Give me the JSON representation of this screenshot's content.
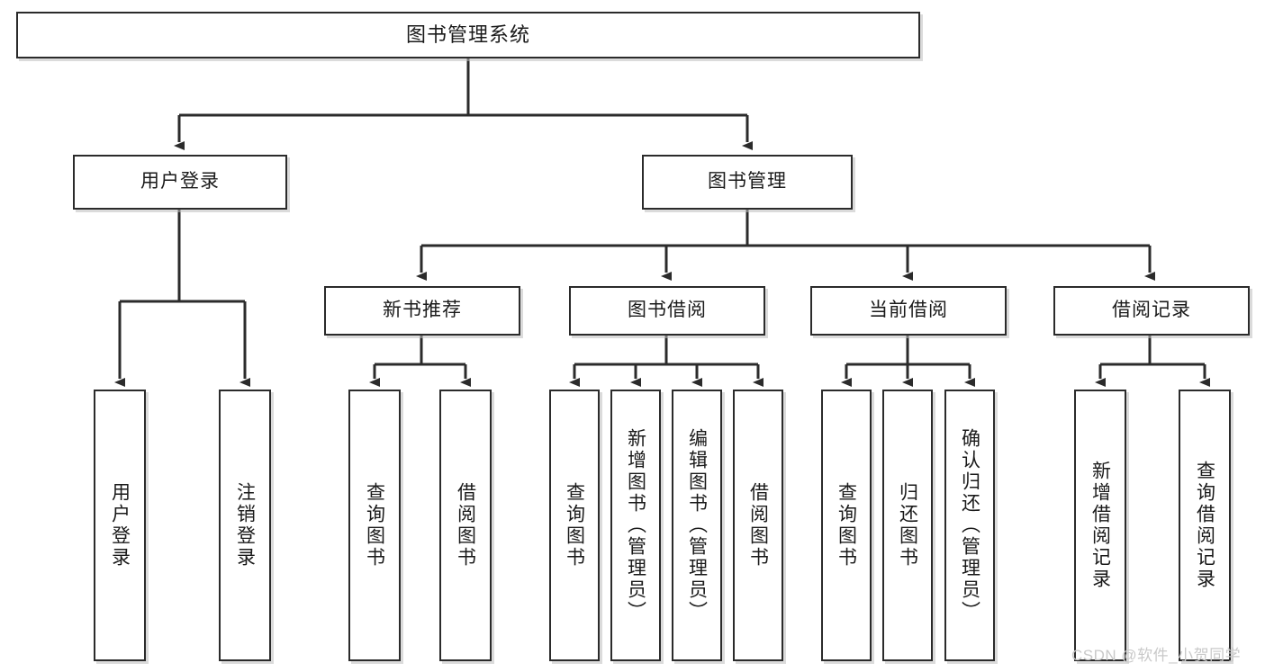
{
  "diagram": {
    "type": "hierarchy-tree",
    "title": "图书管理系统",
    "background_color": "#ffffff",
    "line_color": "#2b2b2b",
    "box_fill": "#ffffff",
    "shadow_color": "#bebebe",
    "text_color": "#1a1a1a"
  },
  "nodes": {
    "root": {
      "label": "图书管理系统"
    },
    "level1": [
      {
        "label": "用户登录"
      },
      {
        "label": "图书管理"
      }
    ],
    "level2": [
      {
        "label": "新书推荐"
      },
      {
        "label": "图书借阅"
      },
      {
        "label": "当前借阅"
      },
      {
        "label": "借阅记录"
      }
    ],
    "leaves": {
      "user_login": [
        {
          "label": "用户登录"
        },
        {
          "label": "注销登录"
        }
      ],
      "new_book_recommend": [
        {
          "label": "查询图书"
        },
        {
          "label": "借阅图书"
        }
      ],
      "book_borrow": [
        {
          "label": "查询图书"
        },
        {
          "label": "新增图书（管理员）"
        },
        {
          "label": "编辑图书（管理员）"
        },
        {
          "label": "借阅图书"
        }
      ],
      "current_borrow": [
        {
          "label": "查询图书"
        },
        {
          "label": "归还图书"
        },
        {
          "label": "确认归还（管理员）"
        }
      ],
      "borrow_record": [
        {
          "label": "新增借阅记录"
        },
        {
          "label": "查询借阅记录"
        }
      ]
    }
  },
  "watermark": {
    "text": "CSDN @软件_小贺同学"
  }
}
